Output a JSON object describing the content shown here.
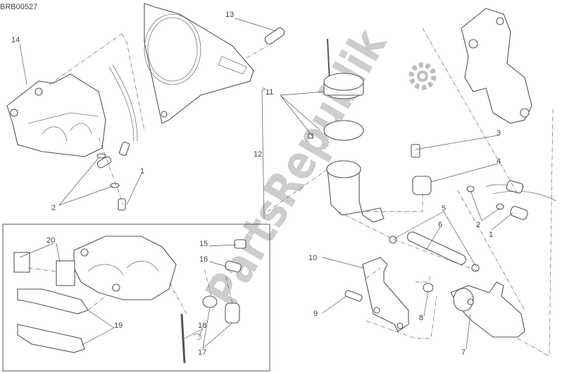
{
  "diagram_code": "BRB00527",
  "watermark": "PartsRepublik",
  "watermark_icon": "gear-icon",
  "colors": {
    "line": "#555555",
    "watermark": "#bdbdbd",
    "text": "#444444"
  },
  "labels": {
    "l14": "14",
    "l13": "13",
    "l11": "11",
    "l12": "12",
    "l3": "3",
    "l4": "4",
    "l2a": "2",
    "l1a": "1",
    "l5": "5",
    "l6": "6",
    "l10": "10",
    "l9": "9",
    "l8": "8",
    "l7": "7",
    "l2b": "2",
    "l1b": "1",
    "l20": "20",
    "l15": "15",
    "l16": "16",
    "l19": "19",
    "l18": "18",
    "l17": "17"
  }
}
